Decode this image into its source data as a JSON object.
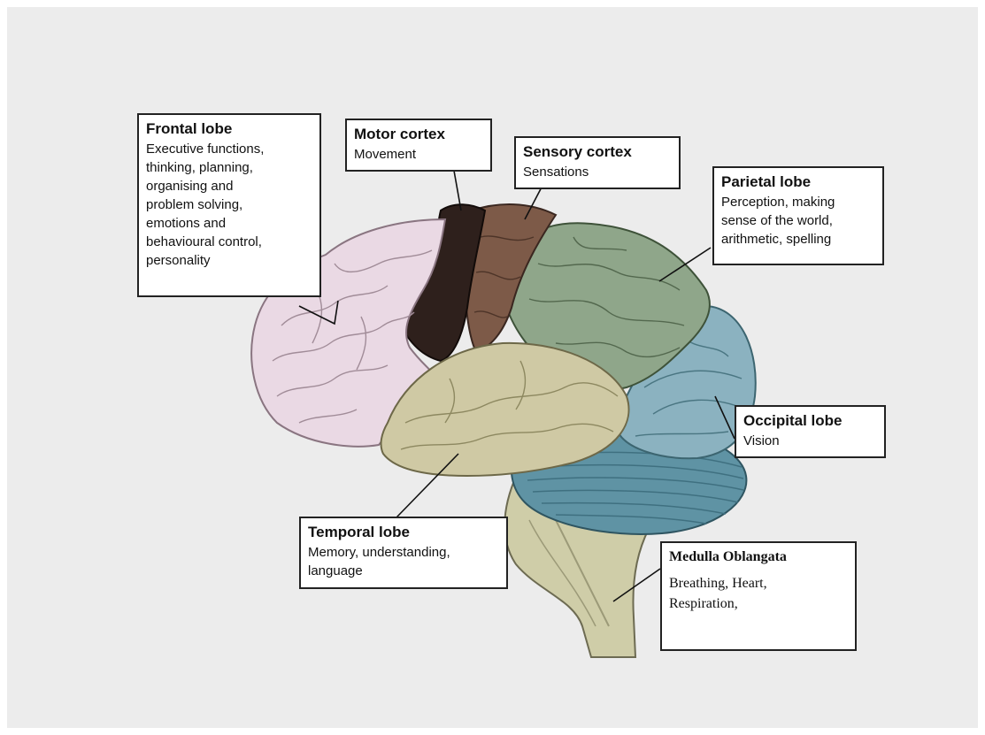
{
  "labels": {
    "frontal": {
      "title": "Frontal lobe",
      "desc": "Executive functions,\nthinking, planning,\norganising and\nproblem solving,\nemotions and\nbehavioural control,\npersonality"
    },
    "motor": {
      "title": "Motor cortex",
      "desc": "Movement"
    },
    "sensory": {
      "title": "Sensory cortex",
      "desc": "Sensations"
    },
    "parietal": {
      "title": "Parietal lobe",
      "desc": "Perception, making\nsense of the world,\narithmetic, spelling"
    },
    "occipital": {
      "title": "Occipital lobe",
      "desc": "Vision"
    },
    "temporal": {
      "title": "Temporal lobe",
      "desc": "Memory, understanding,\nlanguage"
    },
    "medulla": {
      "title": "Medulla Oblangata",
      "desc": "Breathing, Heart,\nRespiration,"
    }
  },
  "colors": {
    "frontal": "#ead9e4",
    "motor": "#2e201c",
    "sensory": "#7d5a48",
    "parietal": "#8fa68a",
    "occipital": "#8bb2c0",
    "temporal": "#cfc9a4",
    "cerebellum": "#5f93a4",
    "brainstem": "#cfcda8",
    "background": "#ececec"
  }
}
